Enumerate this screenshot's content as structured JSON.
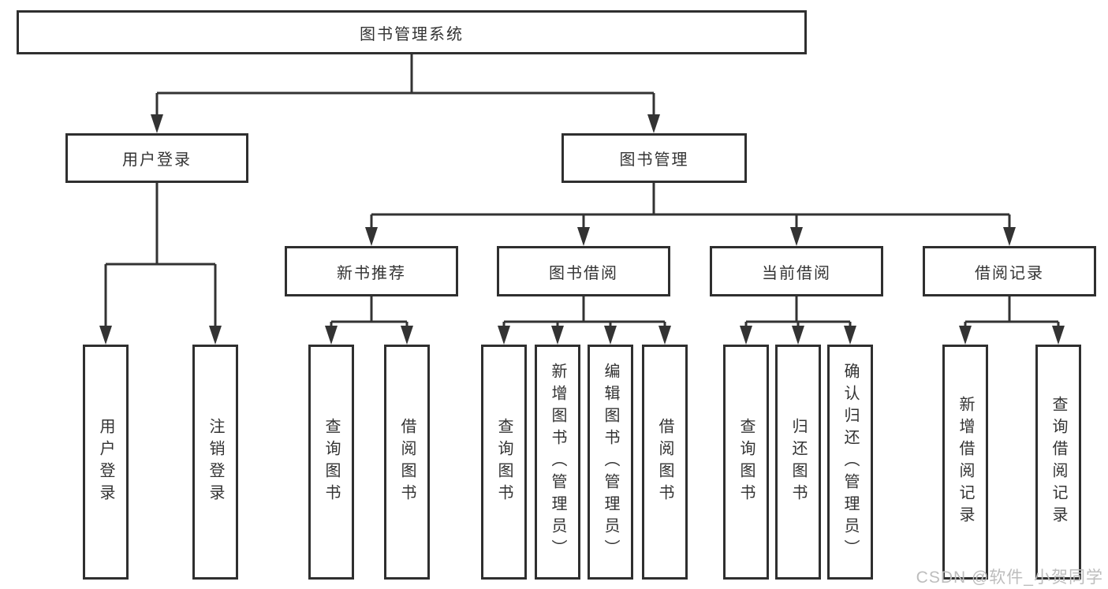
{
  "diagram": {
    "root": {
      "label": "图书管理系统",
      "children": [
        {
          "label": "用户登录",
          "children": [
            {
              "label": "用户登录"
            },
            {
              "label": "注销登录"
            }
          ]
        },
        {
          "label": "图书管理",
          "children": [
            {
              "label": "新书推荐",
              "children": [
                {
                  "label": "查询图书"
                },
                {
                  "label": "借阅图书"
                }
              ]
            },
            {
              "label": "图书借阅",
              "children": [
                {
                  "label": "查询图书"
                },
                {
                  "label": "新增图书（管理员）"
                },
                {
                  "label": "编辑图书（管理员）"
                },
                {
                  "label": "借阅图书"
                }
              ]
            },
            {
              "label": "当前借阅",
              "children": [
                {
                  "label": "查询图书"
                },
                {
                  "label": "归还图书"
                },
                {
                  "label": "确认归还（管理员）"
                }
              ]
            },
            {
              "label": "借阅记录",
              "children": [
                {
                  "label": "新增借阅记录"
                },
                {
                  "label": "查询借阅记录"
                }
              ]
            }
          ]
        }
      ]
    },
    "colors": {
      "line": "#333333",
      "box_border": "#2f2f2f",
      "box_bg": "#ffffff",
      "text": "#333333",
      "watermark": "#bdbdbd"
    }
  },
  "watermark": {
    "text": "CSDN @软件_小贺同学"
  }
}
